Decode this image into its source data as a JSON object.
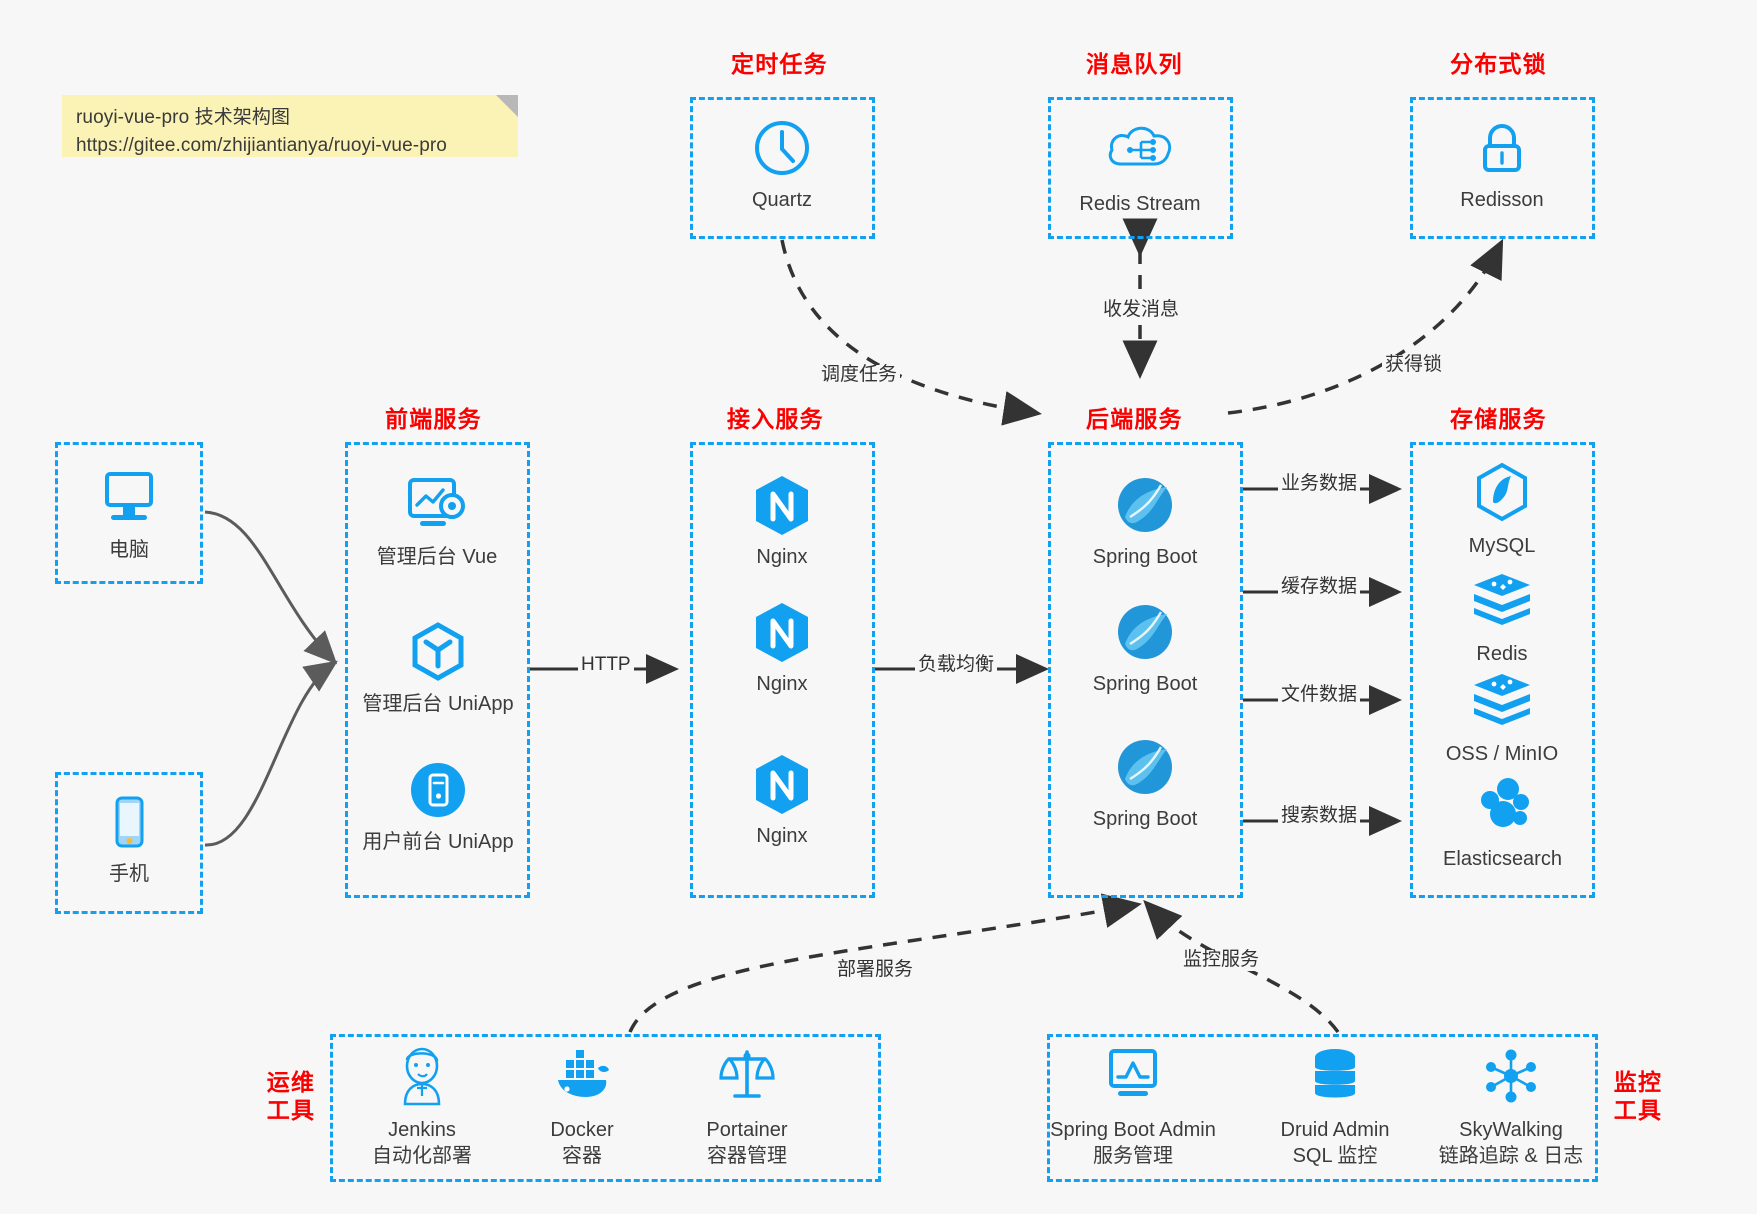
{
  "note": {
    "line1": "ruoyi-vue-pro 技术架构图",
    "line2": "https://gitee.com/zhijiantianya/ruoyi-vue-pro"
  },
  "colors": {
    "accent": "#12a0f0",
    "title_red": "#fa0000",
    "edge": "#333333",
    "note_bg": "#fbf3b6",
    "canvas": "#f7f7f7"
  },
  "groups": {
    "scheduler": {
      "title": "定时任务"
    },
    "mq": {
      "title": "消息队列"
    },
    "lock": {
      "title": "分布式锁"
    },
    "frontend": {
      "title": "前端服务"
    },
    "gateway": {
      "title": "接入服务"
    },
    "backend": {
      "title": "后端服务"
    },
    "storage": {
      "title": "存储服务"
    },
    "devops": {
      "title_line1": "运维",
      "title_line2": "工具"
    },
    "monitor": {
      "title_line1": "监控",
      "title_line2": "工具"
    }
  },
  "nodes": {
    "quartz": {
      "label": "Quartz",
      "icon": "clock-icon"
    },
    "redis_stream": {
      "label": "Redis Stream",
      "icon": "cloud-stream-icon"
    },
    "redisson": {
      "label": "Redisson",
      "icon": "lock-icon"
    },
    "pc": {
      "label": "电脑",
      "icon": "desktop-icon"
    },
    "phone": {
      "label": "手机",
      "icon": "mobile-icon"
    },
    "admin_vue": {
      "label": "管理后台 Vue",
      "icon": "dashboard-icon"
    },
    "admin_uniapp": {
      "label": "管理后台 UniApp",
      "icon": "uniapp-icon"
    },
    "user_uniapp": {
      "label": "用户前台 UniApp",
      "icon": "app-icon"
    },
    "nginx1": {
      "label": "Nginx",
      "icon": "nginx-icon"
    },
    "nginx2": {
      "label": "Nginx",
      "icon": "nginx-icon"
    },
    "nginx3": {
      "label": "Nginx",
      "icon": "nginx-icon"
    },
    "springboot1": {
      "label": "Spring Boot",
      "icon": "spring-icon"
    },
    "springboot2": {
      "label": "Spring Boot",
      "icon": "spring-icon"
    },
    "springboot3": {
      "label": "Spring Boot",
      "icon": "spring-icon"
    },
    "mysql": {
      "label": "MySQL",
      "icon": "mysql-icon"
    },
    "redis": {
      "label": "Redis",
      "icon": "redis-icon"
    },
    "oss": {
      "label": "OSS / MinIO",
      "icon": "redis-icon"
    },
    "elasticsearch": {
      "label": "Elasticsearch",
      "icon": "elasticsearch-icon"
    },
    "jenkins": {
      "label": "Jenkins",
      "sublabel": "自动化部署",
      "icon": "jenkins-icon"
    },
    "docker": {
      "label": "Docker",
      "sublabel": "容器",
      "icon": "docker-icon"
    },
    "portainer": {
      "label": "Portainer",
      "sublabel": "容器管理",
      "icon": "scales-icon"
    },
    "sba": {
      "label": "Spring Boot Admin",
      "sublabel": "服务管理",
      "icon": "monitor-chart-icon"
    },
    "druid": {
      "label": "Druid Admin",
      "sublabel": "SQL 监控",
      "icon": "database-icon"
    },
    "skywalking": {
      "label": "SkyWalking",
      "sublabel": "链路追踪 & 日志",
      "icon": "network-node-icon"
    }
  },
  "edges": {
    "http": "HTTP",
    "load_balance": "负载均衡",
    "schedule_task": "调度任务",
    "send_receive_message": "收发消息",
    "acquire_lock": "获得锁",
    "business_data": "业务数据",
    "cache_data": "缓存数据",
    "file_data": "文件数据",
    "search_data": "搜索数据",
    "deploy_service": "部署服务",
    "monitor_service": "监控服务"
  }
}
